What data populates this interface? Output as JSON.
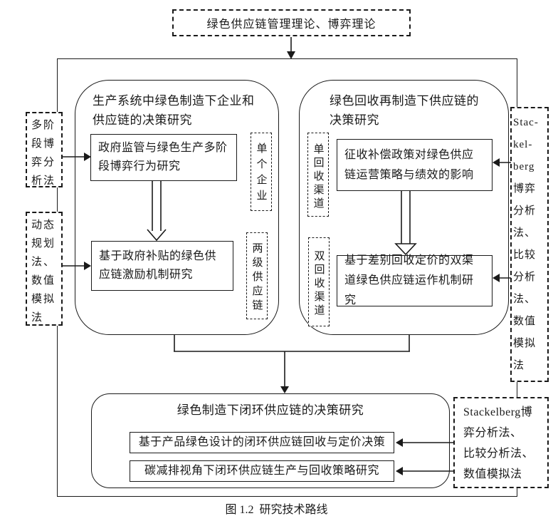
{
  "diagram": {
    "caption": "图 1.2  研究技术路线",
    "theory_box": "绿色供应链管理理论、博弈理论",
    "left_panel": {
      "title": "生产系统中绿色制造下企业和供应链的决策研究",
      "study1": "政府监管与绿色生产多阶段博弈行为研究",
      "study2": "基于政府补贴的绿色供应链激励机制研究",
      "scope1": "单个企业",
      "scope2": "两级供应链"
    },
    "right_panel": {
      "title": "绿色回收再制造下供应链的决策研究",
      "study1": "征收补偿政策对绿色供应链运营策略与绩效的影响",
      "study2": "基于差别回收定价的双渠道绿色供应链运作机制研究",
      "scope1": "单回收渠道",
      "scope2": "双回收渠道"
    },
    "bottom_panel": {
      "title": "绿色制造下闭环供应链的决策研究",
      "study1": "基于产品绿色设计的闭环供应链回收与定价决策",
      "study2": "碳减排视角下闭环供应链生产与回收策略研究"
    },
    "methods": {
      "left_top": "多阶段博弈分析法",
      "left_bottom": "动态规划法、数值模拟法",
      "right_tall": "Stac-kel-berg博弈分析法、比较分析法、数值模拟法",
      "bottom_right": "Stackelberg博弈分析法、比较分析法、数值模拟法"
    },
    "colors": {
      "line": "#1a1a1a",
      "background": "#ffffff"
    }
  }
}
